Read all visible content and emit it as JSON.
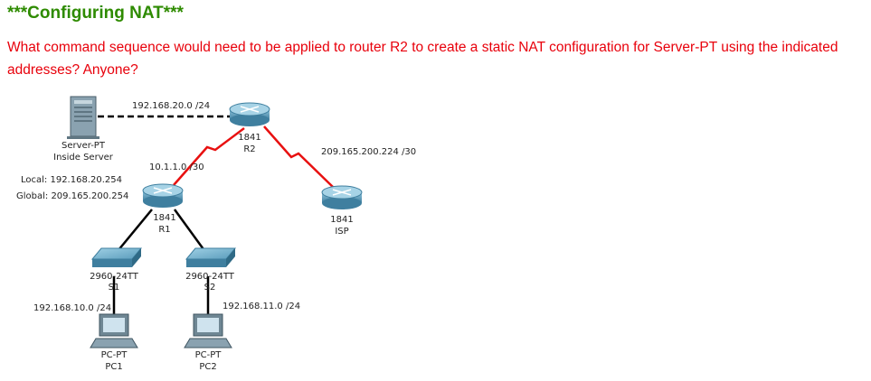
{
  "title": "***Configuring NAT***",
  "question": "What command sequence would need to be applied to router R2 to create a static NAT configuration for Server-PT using the indicated addresses?  Anyone?",
  "colors": {
    "title": "#2e8b00",
    "question": "#e8000b",
    "serial_link": "#e81010",
    "ethernet_link": "#000000"
  },
  "diagram": {
    "server": {
      "type_label": "Server-PT",
      "name": "Inside Server",
      "local_label": "Local: 192.168.20.254",
      "global_label": "Global: 209.165.200.254"
    },
    "r2": {
      "model": "1841",
      "name": "R2"
    },
    "r1": {
      "model": "1841",
      "name": "R1"
    },
    "isp": {
      "model": "1841",
      "name": "ISP"
    },
    "s1": {
      "model": "2960-24TT",
      "name": "S1"
    },
    "s2": {
      "model": "2960-24TT",
      "name": "S2"
    },
    "pc1": {
      "type_label": "PC-PT",
      "name": "PC1"
    },
    "pc2": {
      "type_label": "PC-PT",
      "name": "PC2"
    },
    "networks": {
      "server_r2": "192.168.20.0 /24",
      "r1_r2": "10.1.1.0 /30",
      "r2_isp": "209.165.200.224 /30",
      "s1_pc1": "192.168.10.0 /24",
      "s2_pc2": "192.168.11.0 /24"
    }
  }
}
